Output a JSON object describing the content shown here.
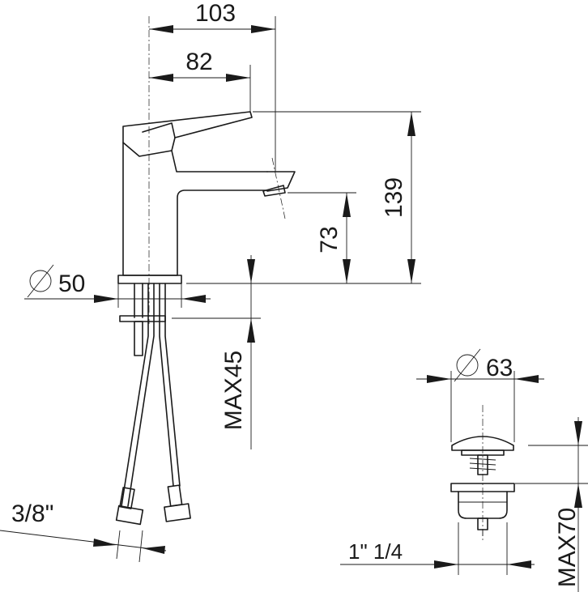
{
  "dimensions": {
    "width_total": "103",
    "width_spout": "82",
    "height_total": "139",
    "height_outlet": "73",
    "base_diameter": "50",
    "max_counter": "MAX45",
    "hose_thread": "3/8\"",
    "waste_diameter": "63",
    "waste_thread": "1\" 1/4",
    "waste_max": "MAX70"
  },
  "diameter_symbol": "⌀"
}
